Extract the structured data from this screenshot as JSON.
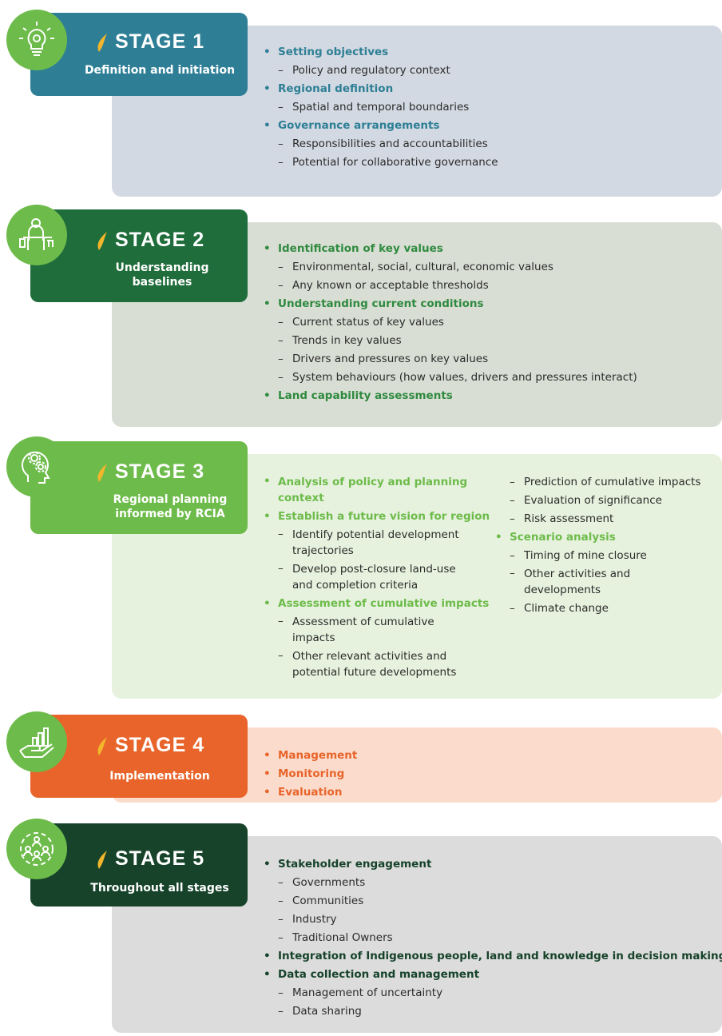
{
  "colors": {
    "stage1": "#2e7f96",
    "stage1_text": "#2e7f96",
    "stage1_panel": "#d3d9e2",
    "stage2": "#1f6d3b",
    "stage2_text": "#2f8a3f",
    "stage2_panel": "#d9ded4",
    "stage3": "#6dbb4a",
    "stage3_text": "#6dbb4a",
    "stage3_panel": "#e6f2de",
    "stage4": "#e8642a",
    "stage4_text": "#e8642a",
    "stage4_panel": "#fbdccc",
    "stage5": "#16432a",
    "stage5_text": "#16432a",
    "stage5_panel": "#dcdcdc",
    "flame": "#f2b52b"
  },
  "stages": [
    {
      "title": "STAGE 1",
      "subtitle": "Definition and initiation",
      "icon": "lightbulb-gear-icon",
      "items": [
        {
          "label": "Setting objectives",
          "subs": [
            "Policy and regulatory context"
          ]
        },
        {
          "label": "Regional definition",
          "subs": [
            "Spatial and temporal boundaries"
          ]
        },
        {
          "label": "Governance arrangements",
          "subs": [
            "Responsibilities and accountabilities",
            "Potential for collaborative governance"
          ]
        }
      ]
    },
    {
      "title": "STAGE 2",
      "subtitle": "Understanding baselines",
      "icon": "person-desk-icon",
      "items": [
        {
          "label": "Identification of key values",
          "subs": [
            "Environmental, social, cultural, economic values",
            "Any known or acceptable thresholds"
          ]
        },
        {
          "label": "Understanding current conditions",
          "subs": [
            "Current status of key values",
            "Trends in key values",
            "Drivers and pressures on key values",
            "System behaviours (how values, drivers and pressures interact)"
          ]
        },
        {
          "label": "Land capability assessments",
          "subs": []
        }
      ]
    },
    {
      "title": "STAGE 3",
      "subtitle": "Regional planning informed by RCIA",
      "icon": "head-gears-icon",
      "col1": [
        {
          "label": "Analysis of policy and planning context",
          "subs": []
        },
        {
          "label": "Establish a future vision for region",
          "subs": [
            "Identify potential development trajectories",
            "Develop post-closure land-use and completion criteria"
          ]
        },
        {
          "label": "Assessment of cumulative impacts",
          "subs": [
            "Assessment of cumulative impacts",
            "Other relevant activities and potential future developments"
          ]
        }
      ],
      "col2_subs": [
        "Prediction of cumulative impacts",
        "Evaluation of significance",
        "Risk assessment"
      ],
      "col2": [
        {
          "label": "Scenario analysis",
          "subs": [
            "Timing of mine closure",
            "Other activities and developments",
            "Climate change"
          ]
        }
      ]
    },
    {
      "title": "STAGE 4",
      "subtitle": "Implementation",
      "icon": "hand-chart-icon",
      "items": [
        {
          "label": "Management",
          "subs": []
        },
        {
          "label": "Monitoring",
          "subs": []
        },
        {
          "label": "Evaluation",
          "subs": []
        }
      ]
    },
    {
      "title": "STAGE 5",
      "subtitle": "Throughout all stages",
      "icon": "people-circle-icon",
      "items": [
        {
          "label": "Stakeholder engagement",
          "subs": [
            "Governments",
            "Communities",
            "Industry",
            "Traditional Owners"
          ]
        },
        {
          "label": "Integration of Indigenous people, land and knowledge in decision making",
          "subs": []
        },
        {
          "label": "Data collection and management",
          "subs": [
            "Management of uncertainty",
            "Data sharing"
          ]
        }
      ]
    }
  ]
}
